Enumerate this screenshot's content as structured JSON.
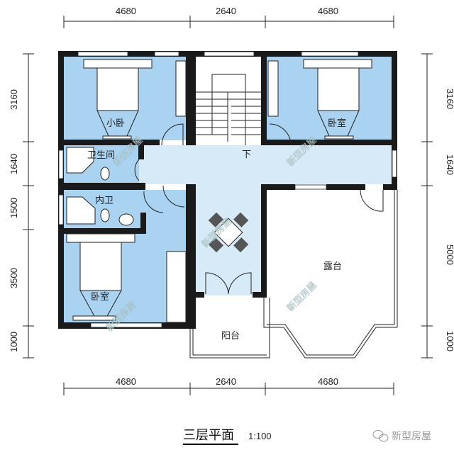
{
  "dimensions": {
    "top": [
      "4680",
      "2640",
      "4680"
    ],
    "bottom": [
      "4680",
      "2640",
      "4680"
    ],
    "left": [
      "3160",
      "1640",
      "1500",
      "3500",
      "1000"
    ],
    "right": [
      "3160",
      "1640",
      "5000",
      "1000"
    ]
  },
  "rooms": {
    "small_bedroom": "小卧",
    "bedroom_ne": "卧室",
    "bathroom": "卫生间",
    "ensuite": "内卫",
    "bedroom_sw": "卧室",
    "terrace": "露台",
    "balcony": "阳台",
    "stair_down": "下"
  },
  "watermark": "新型房屋",
  "title": {
    "name": "三层平面",
    "scale": "1:100"
  },
  "footer": {
    "brand": "新型房屋"
  },
  "colors": {
    "room_blue": "#a9d3f0",
    "corridor_blue": "#d6eaf8",
    "wall": "#1a1a1a"
  }
}
